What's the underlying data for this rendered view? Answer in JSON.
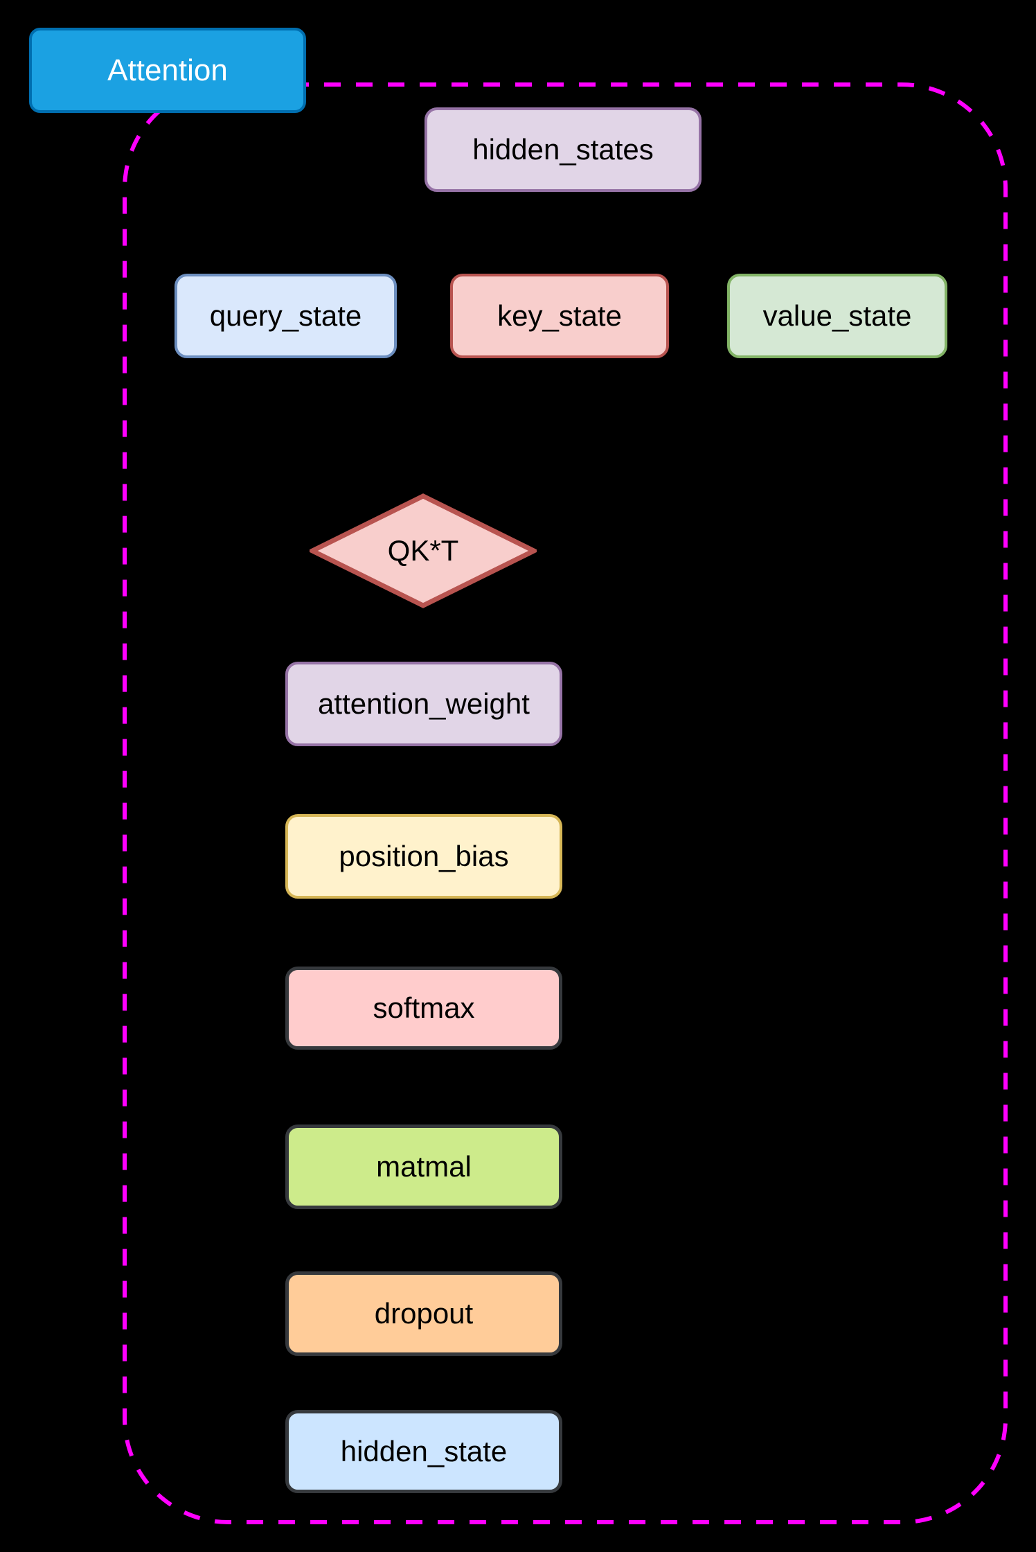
{
  "header": {
    "title": "Attention",
    "fill": "#1ba1e2",
    "border": "#006eaf",
    "text_color": "#ffffff"
  },
  "diagram": {
    "container_border_color": "#ff00ff",
    "background_color": "#000000",
    "nodes": [
      {
        "id": "hidden_states",
        "label": "hidden_states",
        "shape": "rounded-rect",
        "fill": "#e1d5e7",
        "border": "#9673a6"
      },
      {
        "id": "query_state",
        "label": "query_state",
        "shape": "rounded-rect",
        "fill": "#dae8fc",
        "border": "#6c8ebf"
      },
      {
        "id": "key_state",
        "label": "key_state",
        "shape": "rounded-rect",
        "fill": "#f8cecc",
        "border": "#b85450"
      },
      {
        "id": "value_state",
        "label": "value_state",
        "shape": "rounded-rect",
        "fill": "#d5e8d4",
        "border": "#82b366"
      },
      {
        "id": "qkt",
        "label": "QK*T",
        "shape": "diamond",
        "fill": "#f8cecc",
        "border": "#b85450"
      },
      {
        "id": "attention_weight",
        "label": "attention_weight",
        "shape": "rounded-rect",
        "fill": "#e1d5e7",
        "border": "#9673a6"
      },
      {
        "id": "position_bias",
        "label": "position_bias",
        "shape": "rounded-rect",
        "fill": "#fff2cc",
        "border": "#d6b656"
      },
      {
        "id": "softmax",
        "label": "softmax",
        "shape": "rounded-rect",
        "fill": "#ffcccc",
        "border": "#36393d"
      },
      {
        "id": "matmal",
        "label": "matmal",
        "shape": "rounded-rect",
        "fill": "#cdeb8b",
        "border": "#36393d"
      },
      {
        "id": "dropout",
        "label": "dropout",
        "shape": "rounded-rect",
        "fill": "#ffcc99",
        "border": "#36393d"
      },
      {
        "id": "hidden_state",
        "label": "hidden_state",
        "shape": "rounded-rect",
        "fill": "#cce5ff",
        "border": "#36393d"
      }
    ]
  }
}
